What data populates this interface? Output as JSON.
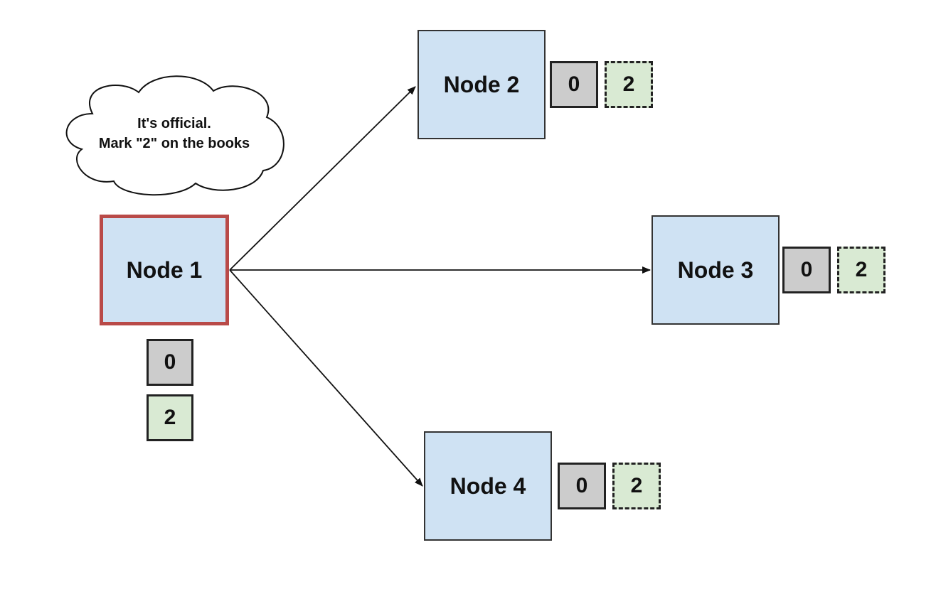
{
  "speech_bubble": {
    "line1": "It's official.",
    "line2": "Mark \"2\" on the books"
  },
  "nodes": [
    {
      "label": "Node 1",
      "role": "leader",
      "log": [
        "0",
        "2"
      ]
    },
    {
      "label": "Node 2",
      "role": "follower",
      "log": [
        "0",
        "2"
      ]
    },
    {
      "label": "Node 3",
      "role": "follower",
      "log": [
        "0",
        "2"
      ]
    },
    {
      "label": "Node 4",
      "role": "follower",
      "log": [
        "0",
        "2"
      ]
    }
  ],
  "colors": {
    "node_fill": "#cfe2f3",
    "leader_border": "#b94a48",
    "committed_entry": "#cccccc",
    "new_entry": "#d9ead3"
  }
}
